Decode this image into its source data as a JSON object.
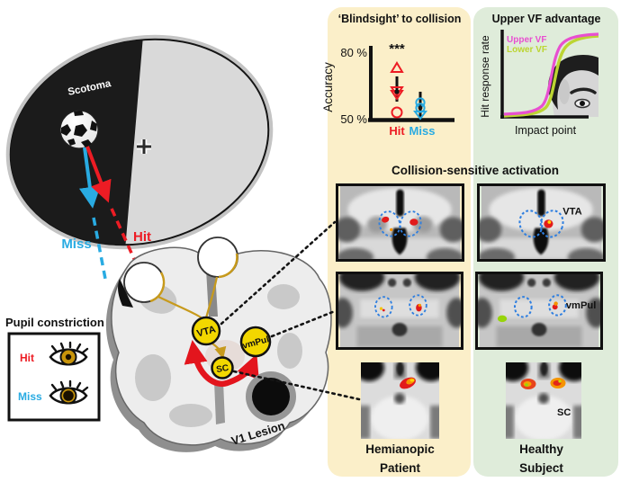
{
  "colors": {
    "hit_red": "#ED1C24",
    "miss_blue": "#29ABE2",
    "node_yellow": "#F2D700",
    "optic_gold": "#C79A1C",
    "panel_yellow": "#FBEFC9",
    "panel_green": "#DFECDA",
    "upper_vf_magenta": "#E84FD0",
    "lower_vf_green": "#BCD532",
    "activation_red": "#E21B1B",
    "roi_outline_blue": "#2F7FE0"
  },
  "stimulus": {
    "scotoma": "Scotoma",
    "hit": "Hit",
    "miss": "Miss"
  },
  "pupil_box": {
    "title": "Pupil constriction",
    "hit": "Hit",
    "miss": "Miss"
  },
  "brain": {
    "vta": "VTA",
    "vmpul": "vmPul",
    "sc": "SC",
    "lesion": "V1 Lesion"
  },
  "panels": {
    "blindsight": {
      "title": "‘Blindsight’ to collision",
      "ylabel": "Accuracy",
      "ytick_top": "80 %",
      "ytick_bottom": "50 %",
      "significance": "***",
      "hit": "Hit",
      "miss": "Miss"
    },
    "upper_vf": {
      "title": "Upper VF advantage",
      "ylabel": "Hit response rate",
      "xlabel": "Impact point",
      "legend_upper": "Upper VF",
      "legend_lower": "Lower VF"
    },
    "activation": {
      "title": "Collision-sensitive activation",
      "vta": "VTA",
      "vmpul": "vmPul",
      "sc": "SC",
      "patient_line1": "Hemianopic",
      "patient_line2": "Patient",
      "healthy_line1": "Healthy",
      "healthy_line2": "Subject"
    }
  },
  "chart_data": [
    {
      "type": "scatter",
      "title": "‘Blindsight’ to collision",
      "ylabel": "Accuracy",
      "yticks": [
        "50 %",
        "80 %"
      ],
      "ylim": [
        47,
        82
      ],
      "categories": [
        "Hit",
        "Miss"
      ],
      "significance": "***",
      "series": [
        {
          "name": "Hit",
          "color": "#ED1C24",
          "values_pct": [
            74,
            63,
            62,
            52
          ],
          "mean_pct": 62,
          "error_range_pct": [
            57,
            68
          ]
        },
        {
          "name": "Miss",
          "color": "#29ABE2",
          "values_pct": [
            58,
            56,
            55,
            53
          ],
          "mean_pct": 56,
          "error_range_pct": [
            51,
            62
          ]
        }
      ]
    },
    {
      "type": "line",
      "title": "Upper VF advantage",
      "xlabel": "Impact point",
      "ylabel": "Hit response rate",
      "legend_position": "top-left",
      "series": [
        {
          "name": "Upper VF",
          "color": "#E84FD0",
          "shape": "sigmoid",
          "relative_shift": "left (advantage)"
        },
        {
          "name": "Lower VF",
          "color": "#BCD532",
          "shape": "sigmoid",
          "relative_shift": "right"
        }
      ]
    }
  ]
}
